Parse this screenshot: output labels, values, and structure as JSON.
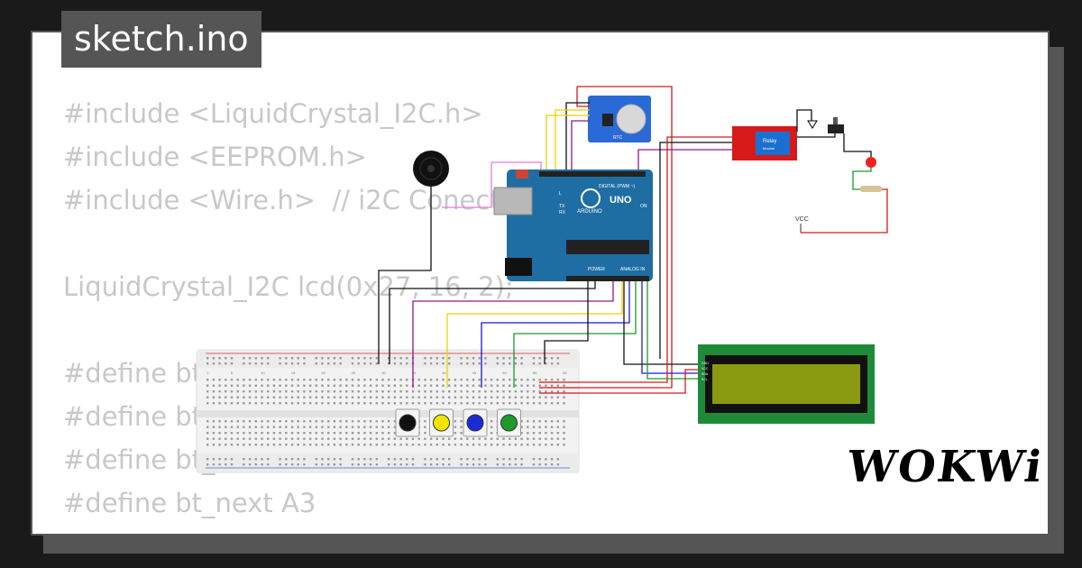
{
  "window": {
    "title": "sketch.ino"
  },
  "code_lines": [
    "#include <LiquidCrystal_I2C.h>",
    "#include <EEPROM.h>",
    "#include <Wire.h>  // i2C Conect",
    "",
    "LiquidCrystal_I2C lcd(0x27, 16, 2);",
    "",
    "#define bt",
    "#define bt",
    "#define bt_",
    "#define bt_next A3"
  ],
  "components": {
    "arduino": {
      "board_label": "UNO",
      "brand_label": "ARDUINO",
      "digital_label": "DIGITAL (PWM ~)",
      "power_label": "POWER",
      "analog_label": "ANALOG IN",
      "on_label": "ON",
      "tx_label": "TX",
      "rx_label": "RX",
      "l_label": "L"
    },
    "rtc": {
      "label": "RTC"
    },
    "relay": {
      "label": "Relay",
      "sublabel": "Module"
    },
    "vcc": {
      "label": "VCC"
    },
    "lcd": {
      "pins": [
        "GND",
        "VCC",
        "SDA",
        "SCL"
      ]
    },
    "buttons": [
      {
        "color_name": "black",
        "color": "#111111"
      },
      {
        "color_name": "yellow",
        "color": "#f2e600"
      },
      {
        "color_name": "blue",
        "color": "#1a2bd6"
      },
      {
        "color_name": "green",
        "color": "#1c9a2a"
      }
    ],
    "breadboard": {
      "column_numbers": [
        "1",
        "5",
        "10",
        "15",
        "20",
        "25",
        "30",
        "35",
        "40",
        "45",
        "50",
        "55",
        "60"
      ]
    }
  },
  "brand": {
    "logo_text": "WOKWi"
  },
  "colors": {
    "background": "#1a1a1a",
    "card": "#ffffff",
    "title_bg": "#555555",
    "code_text": "#c8c8c8",
    "arduino": "#1f6ea3",
    "relay": "#d61a1a",
    "lcd_frame": "#1e8a3a",
    "lcd_screen": "#8a9a10",
    "wire_red": "#d61a1a",
    "wire_black": "#111111",
    "wire_yellow": "#f0d000",
    "wire_purple": "#8a1a8a",
    "wire_blue": "#1a1ad6",
    "wire_green": "#1c9a2a",
    "wire_pink": "#e87ae0"
  }
}
